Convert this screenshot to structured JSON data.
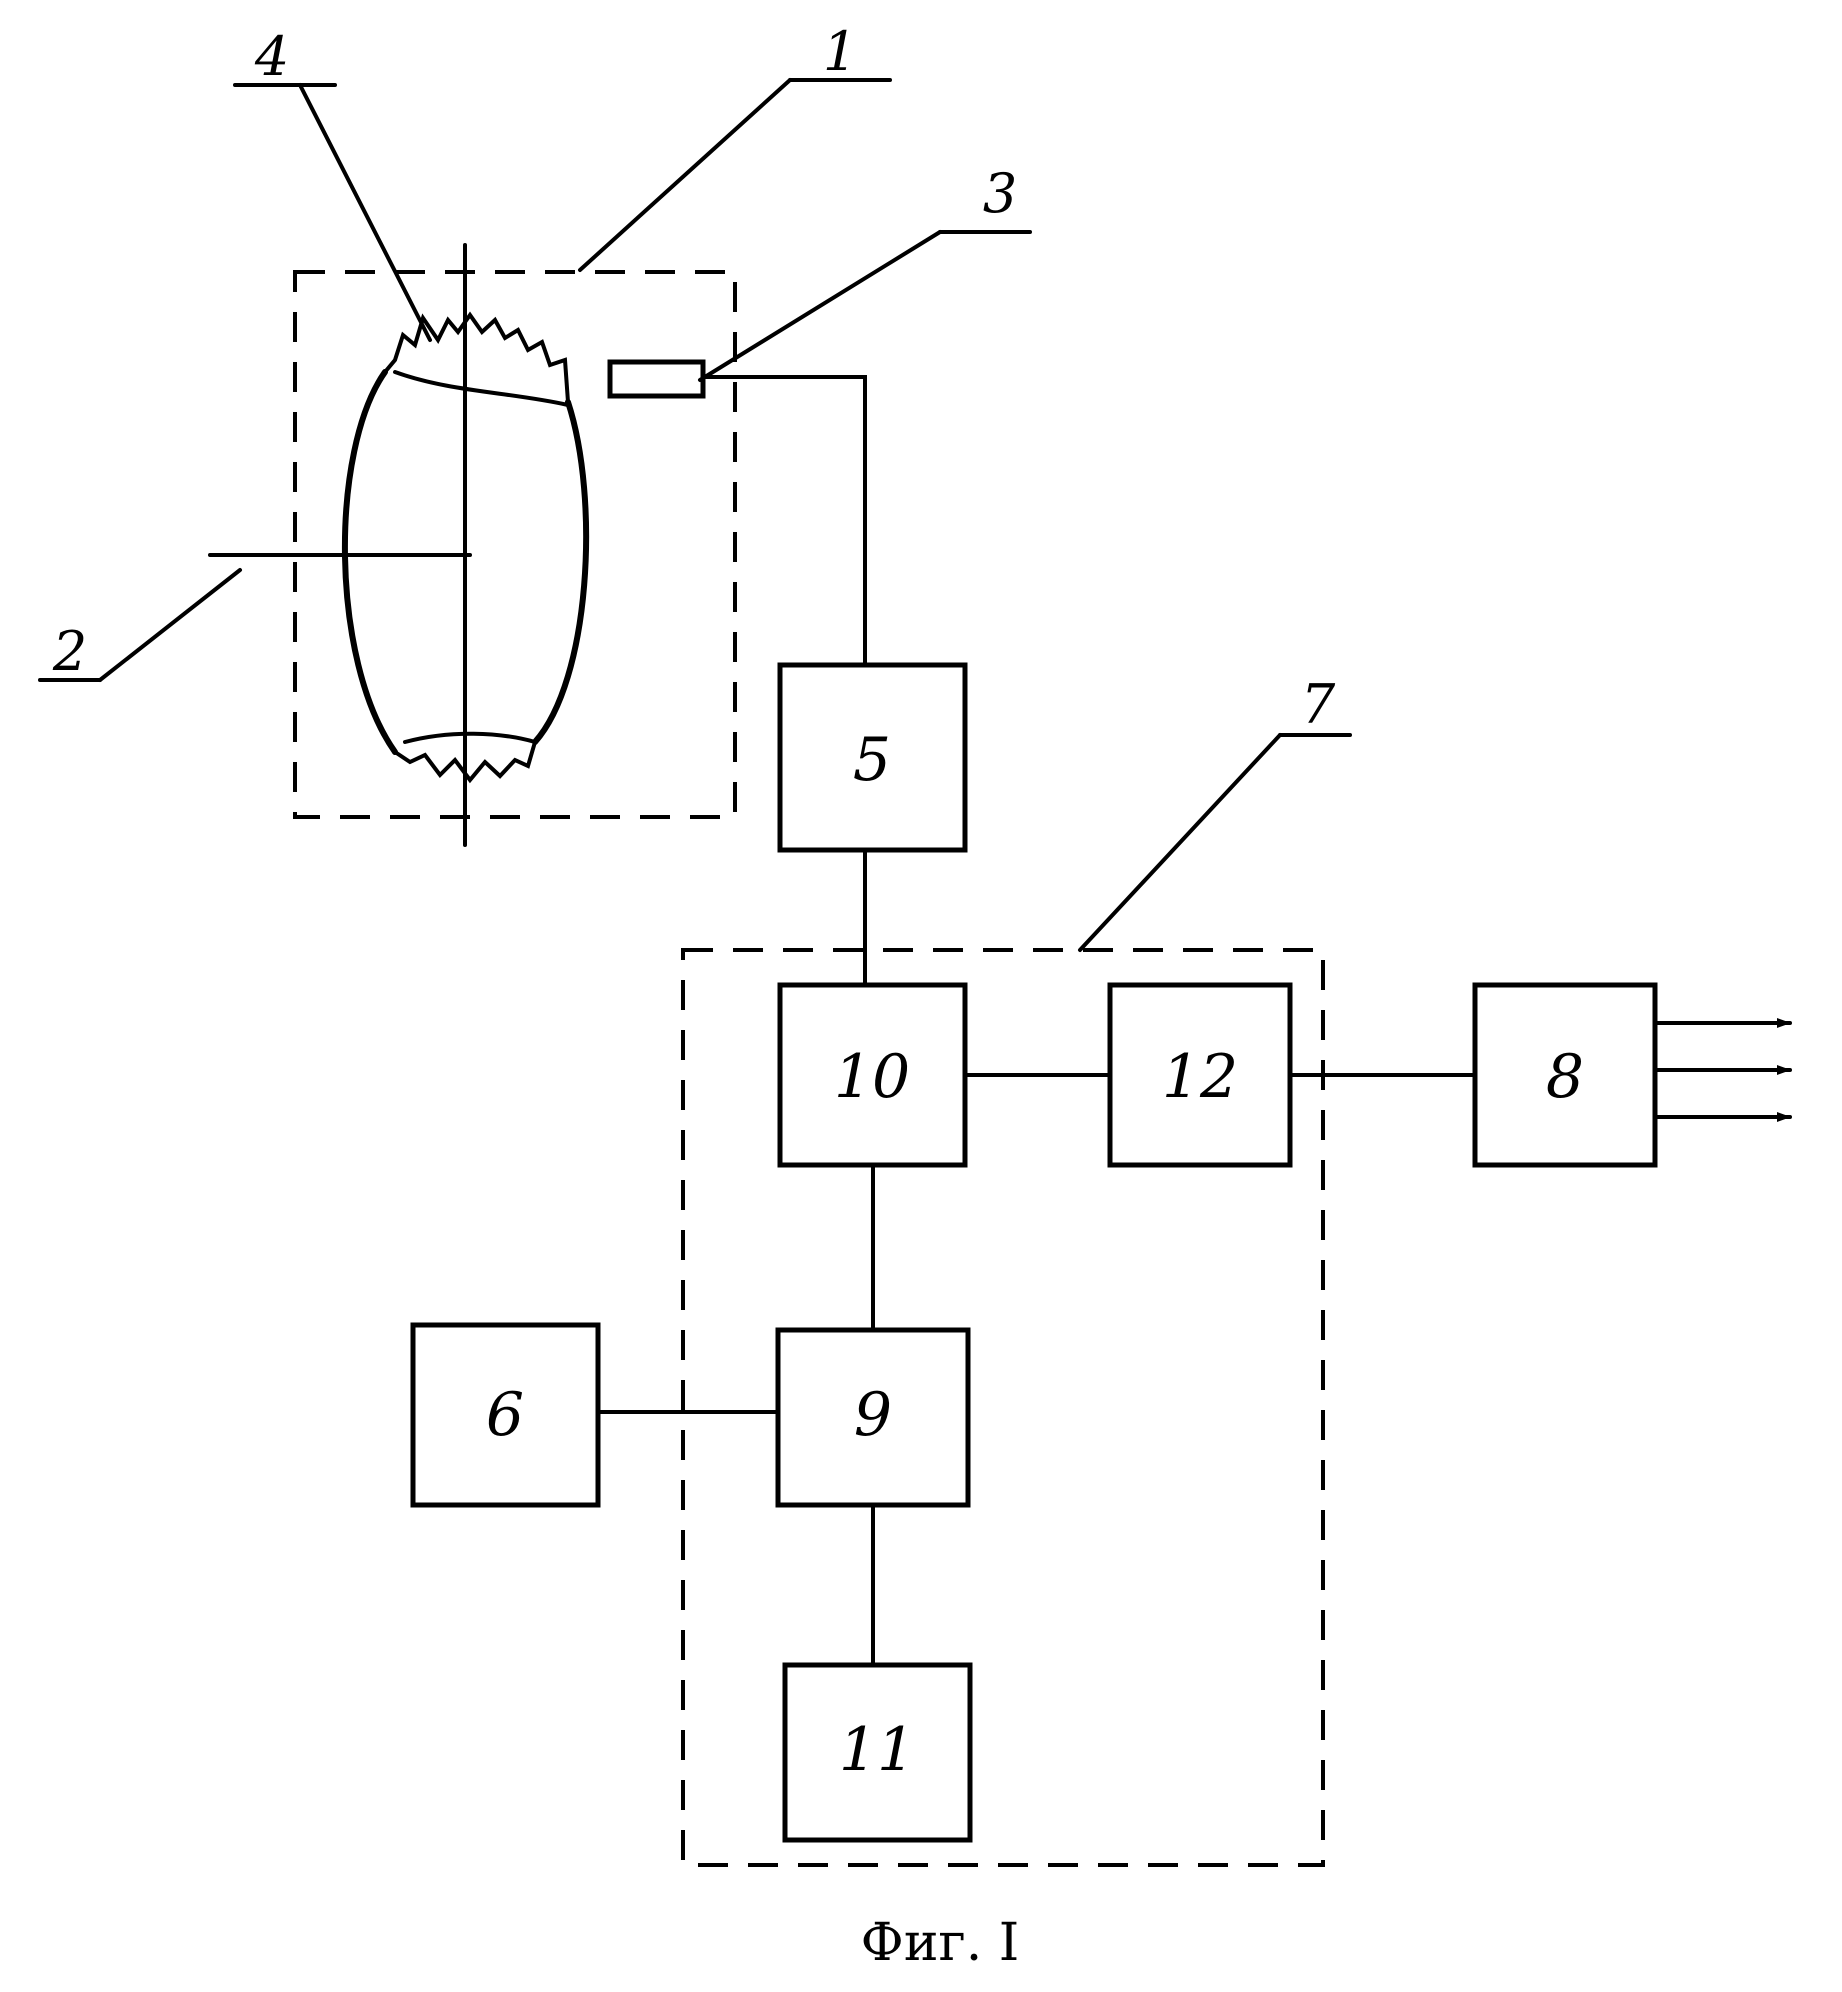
{
  "figure": {
    "caption": "Фиг. I",
    "callouts": {
      "c1": "1",
      "c2": "2",
      "c3": "3",
      "c4": "4",
      "c7": "7"
    },
    "blocks": {
      "b5": "5",
      "b6": "6",
      "b8": "8",
      "b9": "9",
      "b10": "10",
      "b11": "11",
      "b12": "12"
    }
  }
}
